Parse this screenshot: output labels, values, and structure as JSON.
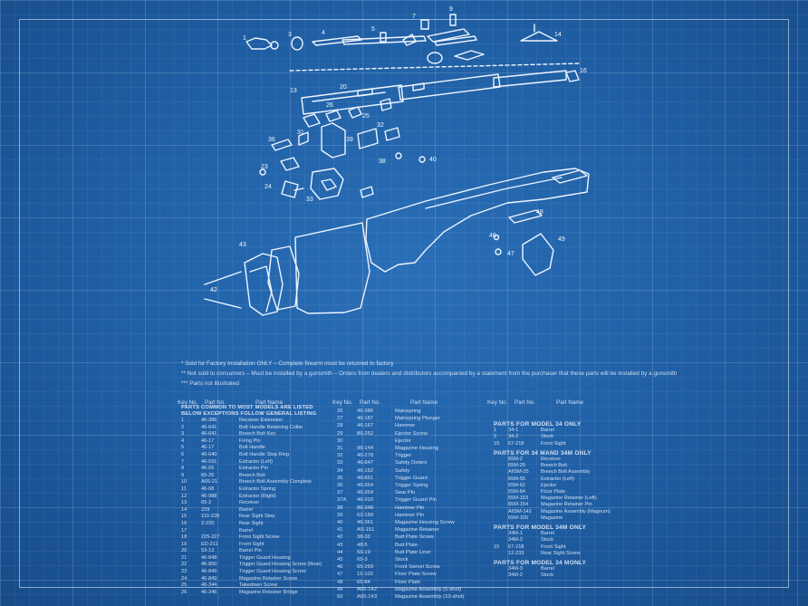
{
  "notes": [
    "* Sold for Factory Installation ONLY – Complete firearm must be returned to factory",
    "** Not sold to consumers – Must be installed by a gunsmith – Orders from dealers and distributors accompanied by a statement from the purchaser that these parts will be installed by a gunsmith",
    "*** Parts not illustrated"
  ],
  "headers": [
    {
      "key": "Key No.",
      "part": "Part No.",
      "name": "Part Name"
    },
    {
      "key": "Key No.",
      "part": "Part No.",
      "name": "Part Name"
    },
    {
      "key": "Key No.",
      "part": "Part No.",
      "name": "Part Name"
    }
  ],
  "col1": {
    "title": "PARTS COMMON TO MOST MODELS ARE LISTED BELOW EXCEPTIONS FOLLOW GENERAL LISTING",
    "rows": [
      [
        "1",
        "46-386",
        "Receiver Extension"
      ],
      [
        "2",
        "46-641",
        "Bolt Handle Retaining Collar"
      ],
      [
        "3",
        "46-641",
        "Breech Bolt Key"
      ],
      [
        "4",
        "46-17",
        "Firing Pin"
      ],
      [
        "5",
        "46-17",
        "Bolt Handle"
      ],
      [
        "6",
        "46-640",
        "Bolt Handle Stop Ring"
      ],
      [
        "7",
        "46-591",
        "Extractor (Left)"
      ],
      [
        "8",
        "46-65",
        "Extractor Pin"
      ],
      [
        "9",
        "65-26",
        "Breech Bolt"
      ],
      [
        "10",
        "A65-21",
        "Breech Bolt Assembly Complete"
      ],
      [
        "11",
        "46-68",
        "Extractor Spring"
      ],
      [
        "12",
        "46-988",
        "Extractor (Right)"
      ],
      [
        "13",
        "65-2",
        "Receiver"
      ],
      [
        "14",
        "229",
        "Barrel"
      ],
      [
        "15",
        "110-228",
        "Rear Sight Step"
      ],
      [
        "16",
        "2-220",
        "Rear Sight"
      ],
      [
        "17",
        "",
        "Barrel"
      ],
      [
        "18",
        "225-227",
        "Front Sight Screw"
      ],
      [
        "19",
        "ED-211",
        "Front Sight"
      ],
      [
        "20",
        "53-13",
        "Barrel Pin"
      ],
      [
        "21",
        "46-848",
        "Trigger Guard Housing"
      ],
      [
        "22",
        "46-850",
        "Trigger Guard Housing Screw (Rear)"
      ],
      [
        "23",
        "46-849",
        "Trigger Guard Housing Screw"
      ],
      [
        "24",
        "46-849",
        "Magazine Retainer Screw"
      ],
      [
        "25",
        "46-344",
        "Takedown Screw"
      ],
      [
        "26",
        "46-346",
        "Magazine Retainer Bridge"
      ]
    ]
  },
  "col2": {
    "rows": [
      [
        "26",
        "46-386",
        "Mainspring"
      ],
      [
        "27",
        "46-187",
        "Mainspring Plunger"
      ],
      [
        "28",
        "46-167",
        "Hammer"
      ],
      [
        "29",
        "86-252",
        "Ejector Screw"
      ],
      [
        "30",
        "",
        "Ejector"
      ],
      [
        "31",
        "96-144",
        "Magazine Housing"
      ],
      [
        "32",
        "46-278",
        "Trigger"
      ],
      [
        "33",
        "46-847",
        "Safety Detent"
      ],
      [
        "34",
        "46-152",
        "Safety"
      ],
      [
        "35",
        "46-851",
        "Trigger Guard"
      ],
      [
        "36",
        "46-354",
        "Trigger Spring"
      ],
      [
        "37",
        "46-354",
        "Sear Pin"
      ],
      [
        "37A",
        "46-310",
        "Trigger Guard Pin"
      ],
      [
        "38",
        "86-348",
        "Hammer Pin"
      ],
      [
        "39",
        "62-189",
        "Hammer Pin"
      ],
      [
        "40",
        "46-361",
        "Magazine Housing Screw"
      ],
      [
        "41",
        "AS-151",
        "Magazine Retainer"
      ],
      [
        "42",
        "38-32",
        "Butt Plate Screw"
      ],
      [
        "43",
        "48-5",
        "Butt Plate"
      ],
      [
        "44",
        "56-19",
        "Butt Plate Liner"
      ],
      [
        "45",
        "65-3",
        "Stock"
      ],
      [
        "46",
        "65-269",
        "Front Swivel Screw"
      ],
      [
        "47",
        "15-102",
        "Floor Plate Screw"
      ],
      [
        "48",
        "65-84",
        "Floor Plate"
      ],
      [
        "49",
        "A65-142",
        "Magazine Assembly (5-shot)"
      ],
      [
        "50",
        "A65-143",
        "Magazine Assembly (10-shot)"
      ]
    ]
  },
  "col3": {
    "sections": [
      {
        "title": "PARTS FOR MODEL 34 ONLY",
        "rows": [
          [
            "1",
            "34-1",
            "Barrel"
          ],
          [
            "2",
            "34-2",
            "Stock"
          ],
          [
            "15",
            "67-218",
            "Front Sight"
          ]
        ]
      },
      {
        "title": "PARTS FOR 34 MAND 34M ONLY",
        "rows": [
          [
            "",
            "65M-2",
            "Receiver"
          ],
          [
            "",
            "65M-25",
            "Breech Bolt"
          ],
          [
            "",
            "A65M-25",
            "Breech Bolt Assembly"
          ],
          [
            "",
            "65M-55",
            "Extractor (Left)"
          ],
          [
            "",
            "65M-62",
            "Ejector"
          ],
          [
            "",
            "65M-84",
            "Floor Plate"
          ],
          [
            "",
            "65M-153",
            "Magazine Retainer (Left)"
          ],
          [
            "",
            "65M-154",
            "Magazine Retainer Pin"
          ],
          [
            "",
            "A65M-142",
            "Magazine Assembly (Magnum)"
          ],
          [
            "",
            "65M-155",
            "Magazine"
          ]
        ]
      },
      {
        "title": "PARTS FOR MODEL 34M ONLY",
        "rows": [
          [
            "",
            "34M-1",
            "Barrel"
          ],
          [
            "",
            "34M-3",
            "Stock"
          ],
          [
            "15",
            "67-218",
            "Front Sight"
          ],
          [
            "",
            "12-233",
            "Rear Sight Screw"
          ]
        ]
      },
      {
        "title": "PARTS FOR MODEL 34 MONLY",
        "rows": [
          [
            "",
            "34M-3",
            "Barrel"
          ],
          [
            "",
            "34M-2",
            "Stock"
          ]
        ]
      }
    ]
  }
}
